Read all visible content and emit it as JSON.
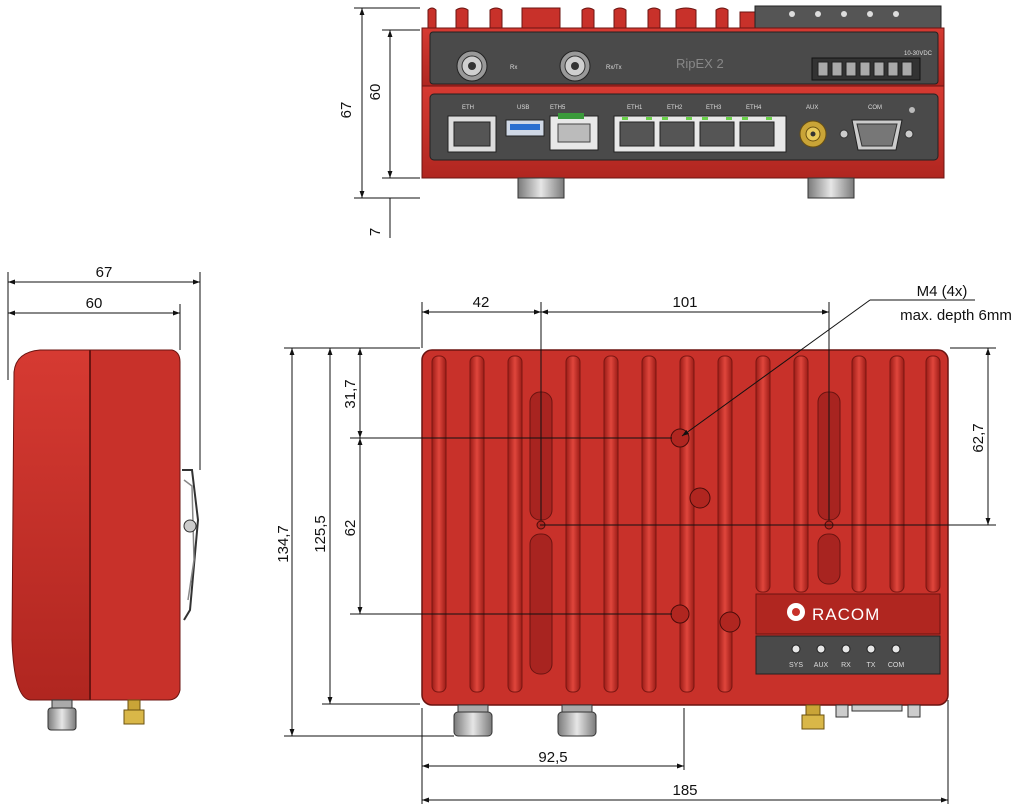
{
  "front_view": {
    "dims": {
      "height_total": "67",
      "height_body": "60",
      "foot": "7"
    },
    "top_labels": {
      "rx": "Rx",
      "rxtx": "Rx/Tx",
      "logo": "RipEX 2",
      "power": "10-30VDC"
    },
    "port_labels": {
      "eth4": "ETH",
      "usb": "USB",
      "eth5": "ETH5",
      "eth1": "ETH1",
      "eth2": "ETH2",
      "eth3": "ETH3",
      "eth4b": "ETH4",
      "aux": "AUX",
      "com": "COM"
    }
  },
  "side_view": {
    "dims": {
      "width_total": "67",
      "width_body": "60"
    }
  },
  "top_view": {
    "dims": {
      "left_offset": "42",
      "hole_spacing_x": "101",
      "hole_y_offset": "31,7",
      "height_total": "134,7",
      "height_body": "125,5",
      "hole_spacing_y": "62",
      "right_offset": "62,7",
      "connector_offset": "92,5",
      "width_total": "185"
    },
    "callout": {
      "thread": "M4 (4x)",
      "depth": "max. depth 6mm"
    },
    "brand": "RACOM",
    "leds": [
      "SYS",
      "AUX",
      "RX",
      "TX",
      "COM"
    ]
  },
  "colors": {
    "body_red": "#c8312a",
    "dark_red": "#8e1a16",
    "panel_gray": "#4a4a4a"
  }
}
